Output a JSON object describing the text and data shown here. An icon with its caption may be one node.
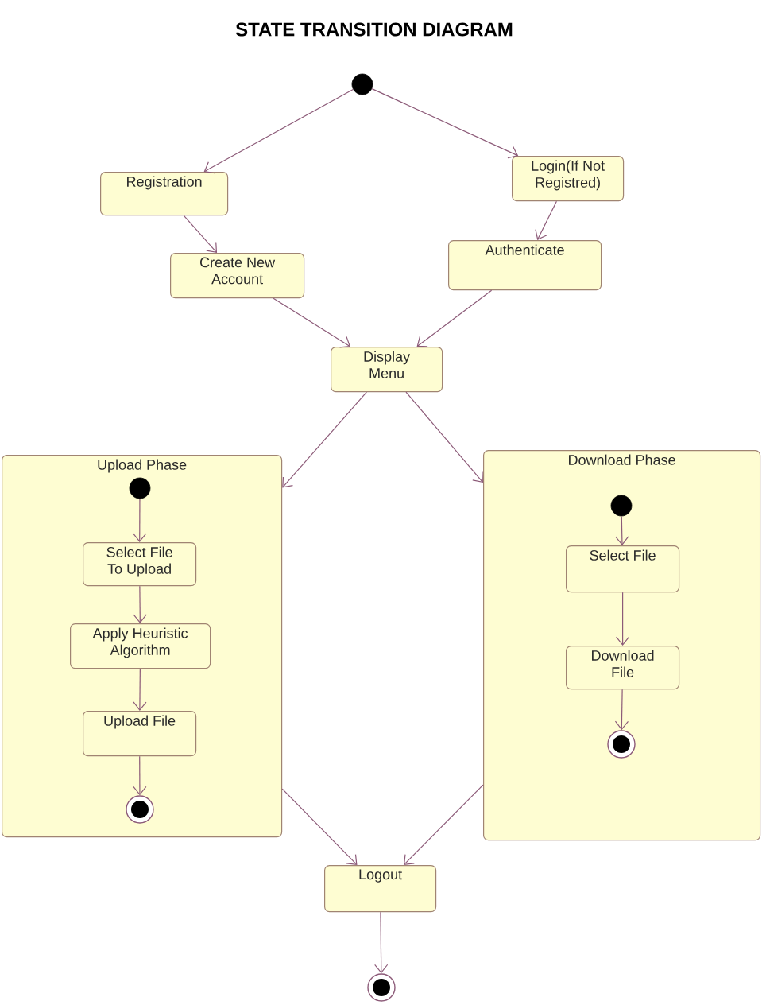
{
  "diagram": {
    "title": "STATE TRANSITION DIAGRAM",
    "nodes": [
      {
        "text": [],
        "shape": "circle"
      },
      {
        "text": [
          "Registration"
        ]
      },
      {
        "text": [
          "Login(If Not Registred)"
        ]
      },
      {
        "text": [
          "Create New Account"
        ]
      },
      {
        "text": [
          "Authenticate"
        ]
      },
      {
        "text": [
          "Display Menu"
        ]
      },
      {
        "text": [
          "Upload Phase"
        ]
      },
      {
        "text": [],
        "shape": "circle",
        "in": 6
      },
      {
        "text": [
          "Select File To Upload"
        ],
        "in": 6
      },
      {
        "text": [
          "Apply Heuristic Algorithm"
        ],
        "in": 6
      },
      {
        "text": [
          "Upload File"
        ],
        "in": 6
      },
      {
        "text": [],
        "shape": "bullseye",
        "in": 6
      },
      {
        "text": [
          "Download Phase"
        ]
      },
      {
        "text": [],
        "shape": "circle",
        "in": 12
      },
      {
        "text": [
          "Select File"
        ],
        "in": 12
      },
      {
        "text": [
          "Download File"
        ],
        "in": 12
      },
      {
        "text": [],
        "shape": "bullseye",
        "in": 12
      },
      {
        "text": [
          "Logout"
        ]
      },
      {
        "text": [],
        "shape": "bullseye"
      }
    ],
    "edges": [
      {
        "from": 0,
        "to": 1,
        "arrow": "to"
      },
      {
        "from": 0,
        "to": 2,
        "arrow": "to"
      },
      {
        "from": 1,
        "to": 3,
        "arrow": "to"
      },
      {
        "from": 2,
        "to": 4,
        "arrow": "to"
      },
      {
        "from": 3,
        "to": 5,
        "arrow": "to"
      },
      {
        "from": 4,
        "to": 5,
        "arrow": "to"
      },
      {
        "from": 5,
        "to": 6,
        "arrow": "to"
      },
      {
        "from": 5,
        "to": 12,
        "arrow": "to"
      },
      {
        "from": 7,
        "to": 8,
        "arrow": "to"
      },
      {
        "from": 8,
        "to": 9,
        "arrow": "to"
      },
      {
        "from": 9,
        "to": 10,
        "arrow": "to"
      },
      {
        "from": 10,
        "to": 11,
        "arrow": "to"
      },
      {
        "from": 13,
        "to": 14,
        "arrow": "to"
      },
      {
        "from": 14,
        "to": 15,
        "arrow": "to"
      },
      {
        "from": 15,
        "to": 16,
        "arrow": "to"
      },
      {
        "from": 6,
        "to": 17,
        "arrow": "to"
      },
      {
        "from": 12,
        "to": 17,
        "arrow": "to"
      },
      {
        "from": 17,
        "to": 18,
        "arrow": "to"
      }
    ]
  }
}
